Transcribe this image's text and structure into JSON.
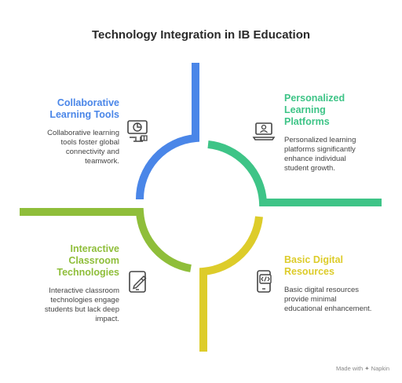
{
  "title": "Technology Integration in IB Education",
  "colors": {
    "blue": "#4a86e8",
    "green": "#3ec487",
    "olive": "#8fbe3a",
    "yellow": "#ddcc2a"
  },
  "quadrants": {
    "collaborative": {
      "heading": "Collaborative\nLearning Tools",
      "desc": "Collaborative learning\ntools foster global\nconnectivity and\nteamwork.",
      "icon": "presentation-chart-icon"
    },
    "personalized": {
      "heading": "Personalized\nLearning\nPlatforms",
      "desc": "Personalized learning\nplatforms significantly\nenhance individual\nstudent growth.",
      "icon": "laptop-user-icon"
    },
    "interactive": {
      "heading": "Interactive\nClassroom\nTechnologies",
      "desc": "Interactive classroom\ntechnologies engage\nstudents but lack deep\nimpact.",
      "icon": "tablet-pen-icon"
    },
    "basic": {
      "heading": "Basic Digital\nResources",
      "desc": "Basic digital resources\nprovide minimal\neducational enhancement.",
      "icon": "mobile-code-icon"
    }
  },
  "footer": "Made with ✦ Napkin"
}
